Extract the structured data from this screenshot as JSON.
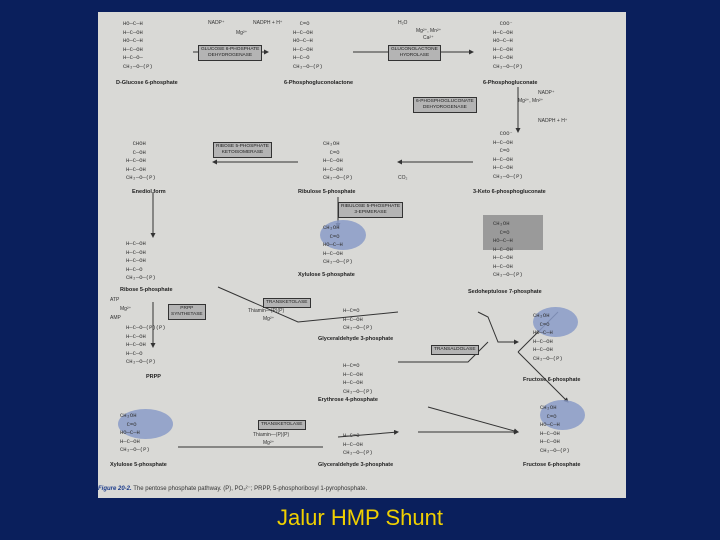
{
  "slide": {
    "title": "Jalur HMP Shunt",
    "background": "#0a1f5c",
    "title_color": "#f0d000"
  },
  "figure": {
    "caption_label": "Figure 20-2.",
    "caption_text": "The pentose phosphate pathway. (P), PO₃²⁻; PRPP, 5-phosphoribosyl 1-pyrophosphate.",
    "compounds": [
      {
        "id": "g6p",
        "label": "D-Glucose 6-phosphate",
        "formula": "HO—C—H\nH—C—OH\nHO—C—H\nH—C—OH\nH—C—O—\nCH₂—O—(P)"
      },
      {
        "id": "6pgl",
        "label": "6-Phosphogluconolactone",
        "formula": "  C=O\nH—C—OH\nHO—C—H\nH—C—OH\nH—C—O\nCH₂—O—(P)"
      },
      {
        "id": "6pg",
        "label": "6-Phosphogluconate",
        "formula": "  COO⁻\nH—C—OH\nHO—C—H\nH—C—OH\nH—C—OH\nCH₂—O—(P)"
      },
      {
        "id": "enediol",
        "label": "Enediol form",
        "formula": "  CHOH\n  C—OH\nH—C—OH\nH—C—OH\nCH₂—O—(P)"
      },
      {
        "id": "ru5p",
        "label": "Ribulose 5-phosphate",
        "formula": "CH₂OH\n  C=O\nH—C—OH\nH—C—OH\nCH₂—O—(P)"
      },
      {
        "id": "3k6pg",
        "label": "3-Keto 6-phosphogluconate",
        "formula": "  COO⁻\nH—C—OH\n  C=O\nH—C—OH\nH—C—OH\nCH₂—O—(P)"
      },
      {
        "id": "x5p_a",
        "label": "Xylulose 5-phosphate",
        "formula": "CH₂OH\n  C=O\nHO—C—H\nH—C—OH\nCH₂—O—(P)"
      },
      {
        "id": "r5p",
        "label": "Ribose 5-phosphate",
        "formula": "H—C—OH\nH—C—OH\nH—C—OH\nH—C—O\nCH₂—O—(P)"
      },
      {
        "id": "s7p",
        "label": "Sedoheptulose 7-phosphate",
        "formula": "CH₂OH\n  C=O\nHO—C—H\nH—C—OH\nH—C—OH\nH—C—OH\nCH₂—O—(P)"
      },
      {
        "id": "prpp",
        "label": "PRPP",
        "formula": "H—C—O—(P)(P)\nH—C—OH\nH—C—OH\nH—C—O\nCH₂—O—(P)"
      },
      {
        "id": "ga3p_a",
        "label": "Glyceraldehyde 3-phosphate",
        "formula": "H—C=O\nH—C—OH\nCH₂—O—(P)"
      },
      {
        "id": "e4p",
        "label": "Erythrose 4-phosphate",
        "formula": "H—C=O\nH—C—OH\nH—C—OH\nCH₂—O—(P)"
      },
      {
        "id": "f6p_a",
        "label": "Fructose 6-phosphate",
        "formula": "CH₂OH\n  C=O\nHO—C—H\nH—C—OH\nH—C—OH\nCH₂—O—(P)"
      },
      {
        "id": "x5p_b",
        "label": "Xylulose 5-phosphate",
        "formula": "CH₂OH\n  C=O\nHO—C—H\nH—C—OH\nCH₂—O—(P)"
      },
      {
        "id": "ga3p_b",
        "label": "Glyceraldehyde 3-phosphate",
        "formula": "H—C=O\nH—C—OH\nCH₂—O—(P)"
      },
      {
        "id": "f6p_b",
        "label": "Fructose 6-phosphate",
        "formula": "CH₂OH\n  C=O\nHO—C—H\nH—C—OH\nH—C—OH\nCH₂—O—(P)"
      }
    ],
    "enzymes": [
      "GLUCOSE 6-PHOSPHATE\nDEHYDROGENASE",
      "GLUCONOLACTONE\nHYDROLASE",
      "6-PHOSPHOGLUCONATE\nDEHYDROGENASE",
      "RIBOSE 5-PHOSPHATE\nKETOISOMERASE",
      "RIBULOSE 5-PHOSPHATE\n3-EPIMERASE",
      "PRPP\nSYNTHETASE",
      "TRANSKETOLASE",
      "TRANSALDOLASE",
      "TRANSKETOLASE"
    ],
    "cofactors": {
      "nadp_a": "NADP⁺",
      "nadph_a": "NADPH + H⁺",
      "mg_a": "Mg²⁺",
      "h2o": "H₂O",
      "mg_mn": "Mg²⁺, Mn²⁺",
      "ca": "Ca²⁺",
      "nadp_b": "NADP⁺",
      "mg_mn_b": "Mg²⁺, Mn²⁺",
      "nadph_b": "NADPH + H⁺",
      "co2": "CO₂",
      "atp": "ATP",
      "mg_b": "Mg²⁺",
      "amp": "AMP",
      "thiamin_a": "Thiamin—(P)(P)",
      "mg_c": "Mg²⁺",
      "thiamin_b": "Thiamin—(P)(P)",
      "mg_d": "Mg²⁺"
    }
  }
}
